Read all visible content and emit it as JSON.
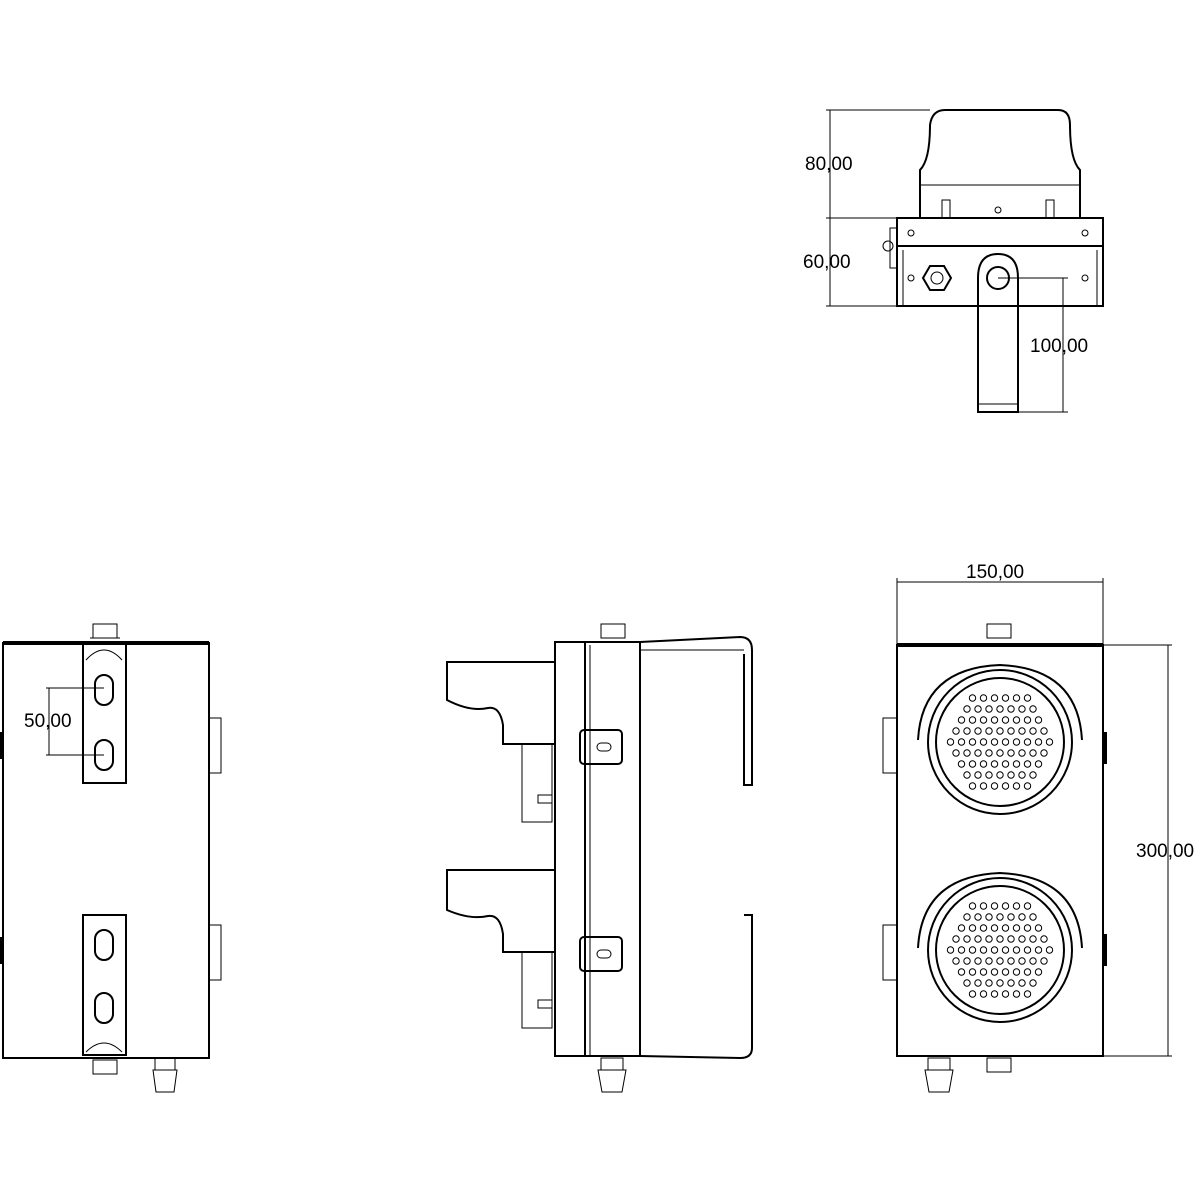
{
  "dimensions": {
    "top_view_height_upper": "80,00",
    "top_view_height_lower": "60,00",
    "top_view_bracket_length": "100,00",
    "back_view_slot_spacing": "50,00",
    "front_view_width": "150,00",
    "front_view_height": "300,00"
  }
}
